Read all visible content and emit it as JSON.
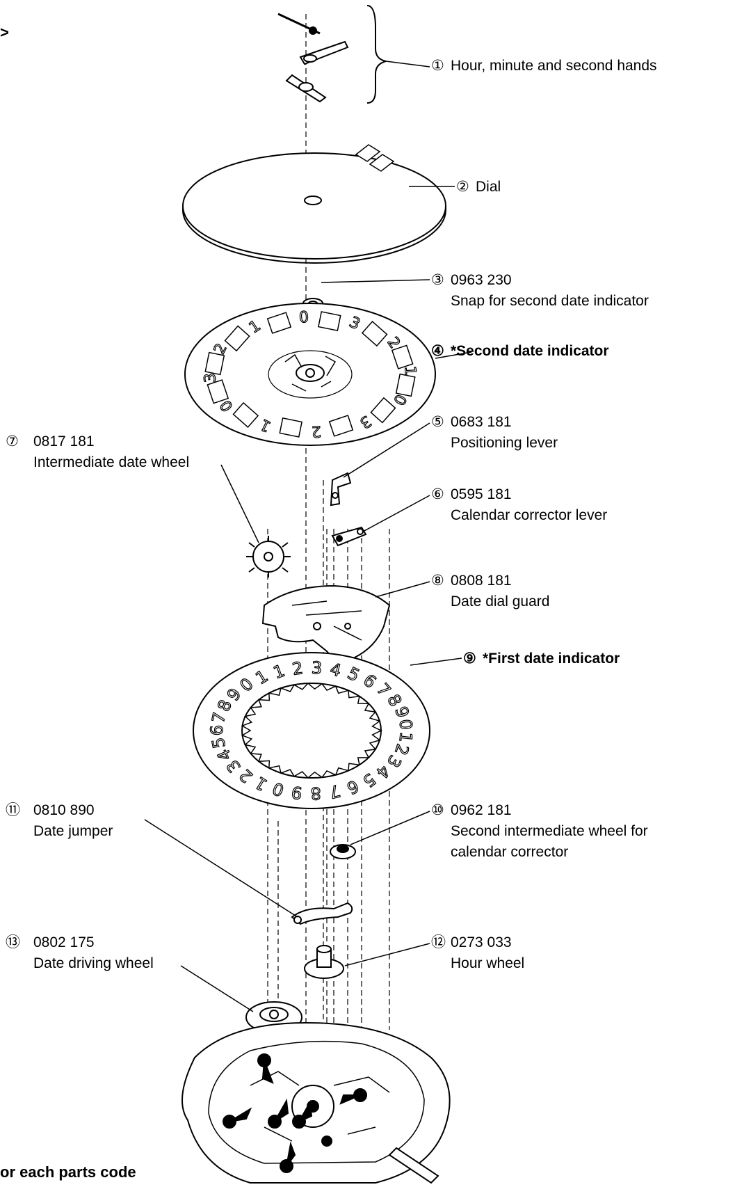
{
  "corner_mark": ">",
  "labels": [
    {
      "id": "p1",
      "marker": "①",
      "code": "",
      "name": "Hour, minute and second hands",
      "bold": false
    },
    {
      "id": "p2",
      "marker": "②",
      "code": "",
      "name": "Dial",
      "bold": false
    },
    {
      "id": "p3",
      "marker": "③",
      "code": "0963 230",
      "name": "Snap for second date indicator",
      "bold": false
    },
    {
      "id": "p4",
      "marker": "④",
      "code": "",
      "name": "*Second date indicator",
      "bold": true
    },
    {
      "id": "p5",
      "marker": "⑤",
      "code": "0683 181",
      "name": "Positioning lever",
      "bold": false
    },
    {
      "id": "p6",
      "marker": "⑥",
      "code": "0595 181",
      "name": "Calendar corrector lever",
      "bold": false
    },
    {
      "id": "p7",
      "marker": "⑦",
      "code": "0817 181",
      "name": "Intermediate date wheel",
      "bold": false
    },
    {
      "id": "p8",
      "marker": "⑧",
      "code": "0808 181",
      "name": "Date dial guard",
      "bold": false
    },
    {
      "id": "p9",
      "marker": "⑨",
      "code": "",
      "name": "*First date indicator",
      "bold": true
    },
    {
      "id": "p10",
      "marker": "⑩",
      "code": "0962 181",
      "name": "Second intermediate wheel for",
      "name2": "calendar corrector",
      "bold": false
    },
    {
      "id": "p11",
      "marker": "⑪",
      "code": "0810 890",
      "name": "Date jumper",
      "bold": false
    },
    {
      "id": "p12",
      "marker": "⑫",
      "code": "0273 033",
      "name": "Hour wheel",
      "bold": false
    },
    {
      "id": "p13",
      "marker": "⑬",
      "code": "0802 175",
      "name": "Date driving wheel",
      "bold": false
    }
  ],
  "footer_text": "or each parts code",
  "digits_second": [
    "3",
    "2",
    "1",
    "0",
    "3",
    "2",
    "1",
    "0",
    "3",
    "2",
    "1",
    "0"
  ],
  "digits_first": [
    "1",
    "2",
    "3",
    "4",
    "5",
    "6",
    "7",
    "8",
    "9",
    "0",
    "1",
    "2",
    "3",
    "4",
    "5",
    "6",
    "7",
    "8",
    "9",
    "0",
    "1",
    "2",
    "3",
    "4",
    "5",
    "6",
    "7",
    "8",
    "9",
    "0",
    "1"
  ]
}
